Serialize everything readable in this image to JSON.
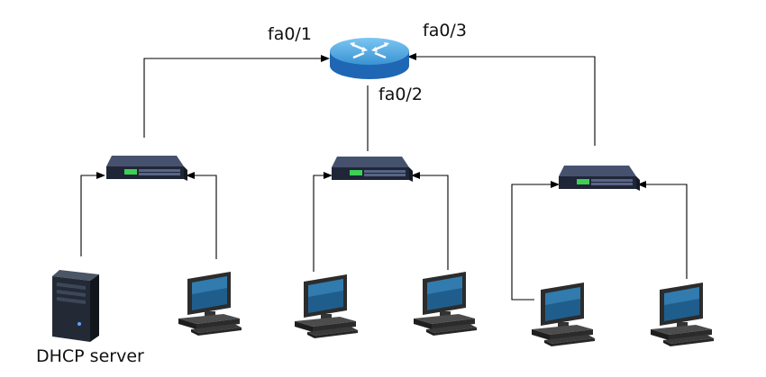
{
  "labels": {
    "port_fa01": "fa0/1",
    "port_fa02": "fa0/2",
    "port_fa03": "fa0/3",
    "server": "DHCP server"
  },
  "colors": {
    "router_top": "#4ba6df",
    "router_side": "#1f67b4",
    "switch_top": "#34405c",
    "switch_side": "#1e2535",
    "port_led": "#3ecf55",
    "link": "#000000"
  },
  "icons": {
    "router": "router-icon",
    "switch": "switch-icon",
    "server": "server-tower-icon",
    "workstation": "desktop-computer-icon"
  }
}
